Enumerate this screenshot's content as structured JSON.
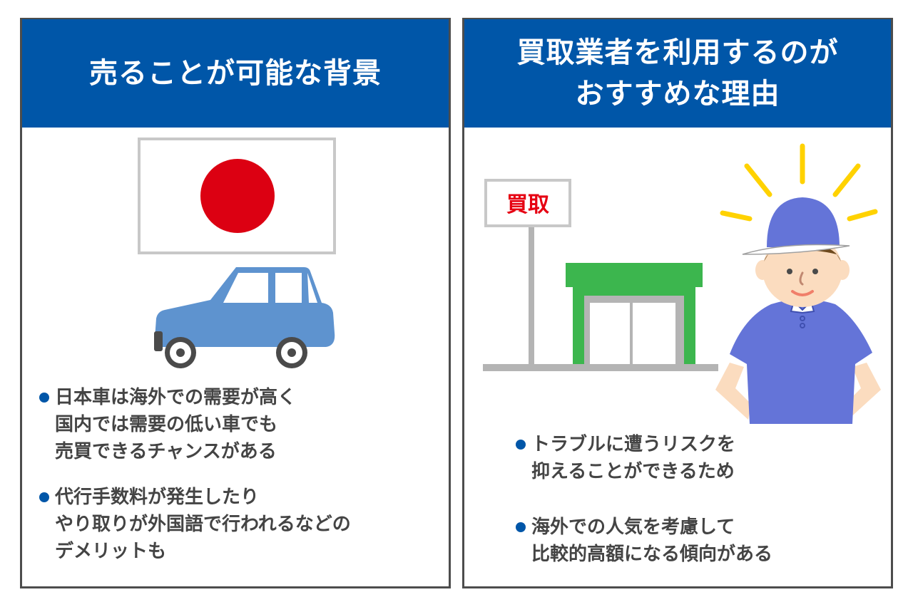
{
  "panels": {
    "left": {
      "title": "売ることが可能な背景",
      "illustration": {
        "description": "japan-flag-and-car",
        "flag_circle_color": "#dc0012",
        "car_color": "#5e93cf"
      },
      "bullets": [
        {
          "text": "日本車は海外での需要が高く\n国内では需要の低い車でも\n売買できるチャンスがある"
        },
        {
          "text": "代行手数料が発生したり\nやり取りが外国語で行われるなどの\nデメリットも"
        }
      ]
    },
    "right": {
      "title": "買取業者を利用するのが\nおすすめな理由",
      "illustration": {
        "description": "buyback-shop-and-staff",
        "sign_text": "買取",
        "sign_text_color": "#e60012",
        "shop_color": "#3cb64e",
        "staff_shirt_color": "#6474d8",
        "ray_color": "#ffd200"
      },
      "bullets": [
        {
          "text": "トラブルに遭うリスクを\n抑えることができるため"
        },
        {
          "text": "海外での人気を考慮して\n比較的高額になる傾向がある"
        }
      ]
    }
  },
  "colors": {
    "header_bg": "#0056a8",
    "border": "#4d4d4d",
    "text": "#444444",
    "bullet": "#0056a8"
  }
}
